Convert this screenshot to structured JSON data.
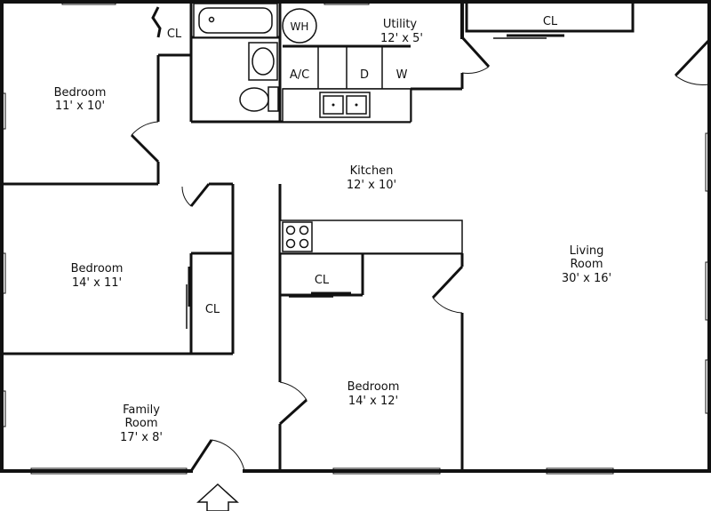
{
  "rooms": {
    "bedroom_nw": {
      "name": "Bedroom",
      "size": "11' x 10'"
    },
    "bedroom_w": {
      "name": "Bedroom",
      "size": "14' x 11'"
    },
    "family": {
      "name_line1": "Family",
      "name_line2": "Room",
      "size": "17' x 8'"
    },
    "kitchen": {
      "name": "Kitchen",
      "size": "12' x 10'"
    },
    "utility": {
      "name": "Utility",
      "size": "12' x 5'"
    },
    "bedroom_s": {
      "name": "Bedroom",
      "size": "14' x 12'"
    },
    "living": {
      "name_line1": "Living",
      "name_line2": "Room",
      "size": "30' x 16'"
    }
  },
  "closets": {
    "nw": "CL",
    "w": "CL",
    "kitchen": "CL",
    "utility": "CL"
  },
  "fixtures": {
    "water_heater": "WH",
    "ac": "A/C",
    "dryer": "D",
    "washer": "W"
  }
}
